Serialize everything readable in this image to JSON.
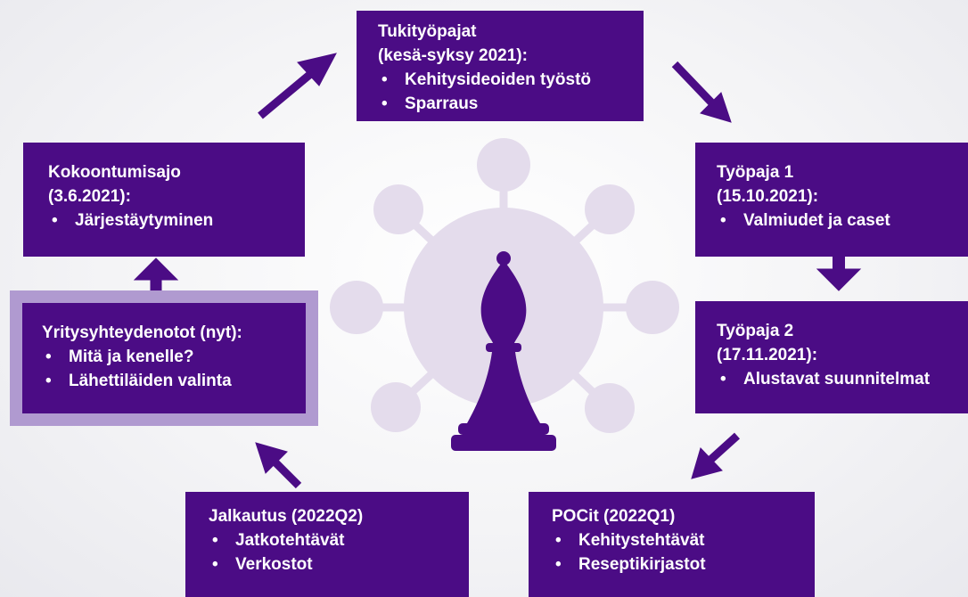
{
  "boxes": {
    "tukityopajat": {
      "title": [
        "Tukityöpajat",
        "(kesä-syksy 2021):"
      ],
      "bullets": [
        "Kehitysideoiden työstö",
        "Sparraus"
      ]
    },
    "tyopaja1": {
      "title": [
        "Työpaja 1",
        "(15.10.2021):"
      ],
      "bullets": [
        "Valmiudet ja caset"
      ]
    },
    "tyopaja2": {
      "title": [
        "Työpaja 2",
        "(17.11.2021):"
      ],
      "bullets": [
        "Alustavat suunnitelmat"
      ]
    },
    "pocit": {
      "title": [
        "POCit (2022Q1)"
      ],
      "bullets": [
        "Kehitystehtävät",
        "Reseptikirjastot"
      ]
    },
    "jalkautus": {
      "title": [
        "Jalkautus (2022Q2)"
      ],
      "bullets": [
        "Jatkotehtävät",
        "Verkostot"
      ]
    },
    "yritys": {
      "title": [
        "Yritysyhteydenotot (nyt):"
      ],
      "bullets": [
        "Mitä ja kenelle?",
        "Lähettiläiden valinta"
      ]
    },
    "kokoontumisajo": {
      "title": [
        "Kokoontumisajo",
        "(3.6.2021):"
      ],
      "bullets": [
        "Järjestäytyminen"
      ]
    }
  },
  "bullet_char": "•",
  "icons": {
    "center": "chess-bishop-network-icon"
  },
  "colors": {
    "box": "#4b0c85",
    "highlight_frame": "#b09ad0",
    "network": "#e4dcec"
  }
}
